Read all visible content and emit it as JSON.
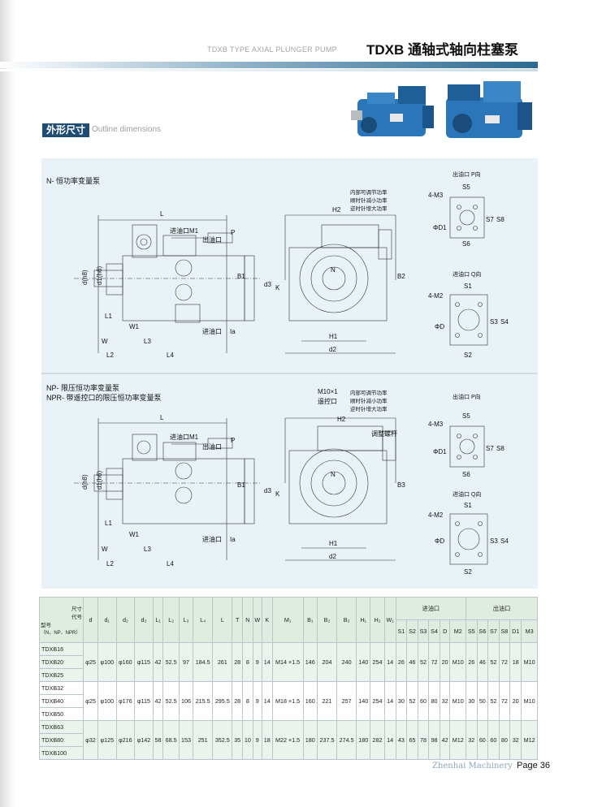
{
  "header": {
    "title_en": "TDXB TYPE AXIAL PLUNGER PUMP",
    "title_cn": "TDXB 通轴式轴向柱塞泵"
  },
  "section": {
    "tag": "外形尺寸",
    "subtitle": "Outline dimensions"
  },
  "diagrams": {
    "n_title": "N- 恒功率变量泵",
    "np_title": "NP- 限压恒功率变量泵",
    "npr_title": "NPR- 带遥控口的限压恒功率变量泵",
    "labels": {
      "L": "L",
      "H2": "H2",
      "M1": "进油口M1",
      "outlet": "出油口",
      "inlet": "进油口",
      "B1": "B1",
      "B2": "B2",
      "B3": "B3",
      "d3": "d3",
      "K": "K",
      "N": "N",
      "H1": "H1",
      "d2": "d2",
      "L1": "L1",
      "L2": "L2",
      "L3": "L3",
      "L4": "L4",
      "W": "W",
      "W1": "W1",
      "d_h8": "d(h8)",
      "d1_h6": "d1(h6)",
      "P": "P",
      "I": "Ia",
      "note1": "内部可调节功率",
      "note2": "顺时针减小功率",
      "note3": "逆时针增大功率",
      "outlet_p": "出油口  P向",
      "inlet_q": "进油口  Q向",
      "S5": "S5",
      "S6": "S6",
      "S7": "S7",
      "S8": "S8",
      "D1": "ΦD1",
      "M3": "4-M3",
      "S1": "S1",
      "S2": "S2",
      "S3": "S3",
      "S4": "S4",
      "D": "ΦD",
      "M2": "4-M2",
      "M10": "M10×1",
      "remote": "遥控口",
      "adjust": "调整螺杆"
    }
  },
  "table": {
    "corner": {
      "size": "尺寸",
      "code": "代号",
      "model": "型号",
      "sub": "（N、NP、NPR）"
    },
    "columns": [
      "d",
      "d₁",
      "d₂",
      "d₃",
      "L₁",
      "L₂",
      "L₃",
      "L₄",
      "L",
      "T",
      "N",
      "W",
      "K",
      "M₁",
      "B₁",
      "B₂",
      "B₃",
      "H₁",
      "H₂",
      "W₁"
    ],
    "inlet_group": "进油口",
    "outlet_group": "出油口",
    "inlet_cols": [
      "S1",
      "S2",
      "S3",
      "S4",
      "D",
      "M2"
    ],
    "outlet_cols": [
      "S5",
      "S6",
      "S7",
      "S8",
      "D1",
      "M3"
    ],
    "groups": [
      {
        "models": [
          "TDXB16",
          "TDXB20",
          "TDXB25"
        ],
        "values": [
          "φ25",
          "φ100",
          "φ160",
          "φ115",
          "42",
          "52.5",
          "97",
          "184.5",
          "261",
          "28",
          "8",
          "9",
          "14",
          "M14 ×1.5",
          "146",
          "204",
          "240",
          "140",
          "254",
          "14",
          "26",
          "46",
          "52",
          "72",
          "20",
          "M10",
          "26",
          "46",
          "52",
          "72",
          "18",
          "M10"
        ]
      },
      {
        "models": [
          "TDXB32",
          "TDXB40",
          "TDXB50"
        ],
        "values": [
          "φ25",
          "φ100",
          "φ176",
          "φ115",
          "42",
          "52.5",
          "106",
          "215.5",
          "295.5",
          "28",
          "8",
          "9",
          "14",
          "M18 ×1.5",
          "160",
          "221",
          "257",
          "140",
          "254",
          "14",
          "30",
          "52",
          "60",
          "80",
          "32",
          "M10",
          "30",
          "50",
          "52",
          "72",
          "20",
          "M10"
        ]
      },
      {
        "models": [
          "TDXB63",
          "TDXB80",
          "TDXB100"
        ],
        "values": [
          "φ32",
          "φ125",
          "φ216",
          "φ142",
          "58",
          "68.5",
          "153",
          "251",
          "352.5",
          "35",
          "10",
          "9",
          "18",
          "M22 ×1.5",
          "180",
          "237.5",
          "274.5",
          "180",
          "282",
          "14",
          "43",
          "65",
          "78",
          "98",
          "42",
          "M12",
          "32",
          "60",
          "60",
          "80",
          "32",
          "M12"
        ]
      }
    ]
  },
  "footer": {
    "brand": "Zhenhai Machinery",
    "page_label": "Page",
    "page_number": "36"
  },
  "colors": {
    "accent": "#1f4d73",
    "pump_blue": "#2a76b8",
    "drawing_bg": "#e9f3f7",
    "table_header": "#dfece0"
  }
}
